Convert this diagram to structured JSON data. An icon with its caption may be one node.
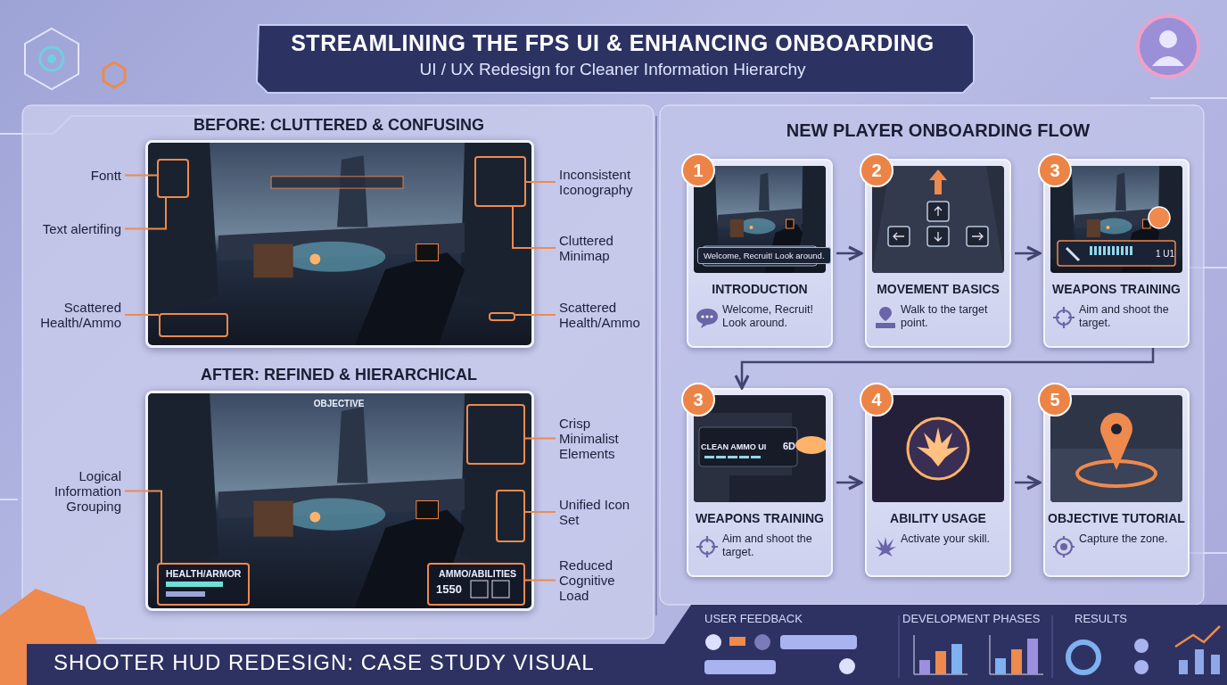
{
  "diagram": {
    "title": "STREAMLINING THE FPS UI & ENHANCING ONBOARDING",
    "caption": "SHOOTER HUD REDESIGN: CASE STUDY VISUAL",
    "nodes": [
      {
        "text": [],
        "shape": "picture"
      },
      {
        "text": [],
        "shape": "box",
        "in": 0
      },
      {
        "text": [],
        "shape": "box",
        "in": 0
      },
      {
        "text": [],
        "shape": "box",
        "in": 0
      },
      {
        "text": [],
        "shape": "box",
        "in": 0
      },
      {
        "text": [],
        "shape": "picture"
      },
      {
        "text": [],
        "shape": "box",
        "in": 5
      },
      {
        "text": [],
        "shape": "box",
        "in": 5
      },
      {
        "text": [
          "HEALTH/ARMOR"
        ],
        "in": 5
      },
      {
        "text": [
          "AMMO/ABILITIES",
          "1550"
        ],
        "in": 5
      },
      {
        "text": [
          "Fontt"
        ]
      },
      {
        "text": [
          "Text alertifing"
        ]
      },
      {
        "text": [
          "Scattered Health/Ammo"
        ]
      },
      {
        "text": [
          "Inconsistent Iconography"
        ]
      },
      {
        "text": [
          "Cluttered Minimap"
        ]
      },
      {
        "text": [
          "Scattered Health/Ammo"
        ]
      },
      {
        "text": [
          "Logical Information Grouping"
        ]
      },
      {
        "text": [
          "Crisp Minimalist Elements"
        ]
      },
      {
        "text": [
          "Unified Icon Set"
        ]
      },
      {
        "text": [
          "Reduced Cognitive Load"
        ]
      },
      {
        "text": [
          "1",
          "INTRODUCTION",
          "Welcome, Recruit! Look around."
        ]
      },
      {
        "text": [
          "2",
          "MOVEMENT BASICS",
          "Walk to the target point."
        ]
      },
      {
        "text": [
          "3",
          "WEAPONS TRAINING",
          "Aim and shoot the target."
        ]
      },
      {
        "text": [
          "3",
          "WEAPONS TRAINING",
          "Aim and shoot the target."
        ]
      },
      {
        "text": [
          "4",
          "ABILITY USAGE",
          "Activate your skill."
        ]
      },
      {
        "text": [
          "5",
          "OBJECTIVE TUTORIAL",
          "Capture the zone."
        ]
      }
    ],
    "edges": [
      {
        "from": 10,
        "to": 1,
        "arrow": "none"
      },
      {
        "from": 11,
        "to": 1,
        "arrow": "none"
      },
      {
        "from": 12,
        "to": 2,
        "arrow": "none"
      },
      {
        "from": 13,
        "to": 3,
        "arrow": "none"
      },
      {
        "from": 14,
        "to": 3,
        "arrow": "none"
      },
      {
        "from": 15,
        "to": 4,
        "arrow": "none"
      },
      {
        "from": 16,
        "to": 8,
        "arrow": "none"
      },
      {
        "from": 17,
        "to": 6,
        "arrow": "none"
      },
      {
        "from": 18,
        "to": 7,
        "arrow": "none"
      },
      {
        "from": 19,
        "to": 9,
        "arrow": "none"
      },
      {
        "from": 20,
        "to": 21,
        "arrow": "to",
        "color": "#3f4470"
      },
      {
        "from": 21,
        "to": 22,
        "arrow": "to",
        "color": "#3f4470"
      },
      {
        "from": 22,
        "to": 23,
        "arrow": "to",
        "color": "#3f4470"
      },
      {
        "from": 23,
        "to": 24,
        "arrow": "to",
        "color": "#3f4470"
      },
      {
        "from": 24,
        "to": 25,
        "arrow": "to",
        "color": "#3f4470"
      }
    ],
    "labels": [
      "UI / UX Redesign for Cleaner Information Hierarchy",
      "BEFORE: CLUTTERED & CONFUSING",
      "AFTER: REFINED & HIERARCHICAL",
      "NEW PLAYER ONBOARDING FLOW",
      "OBJECTIVE",
      "Welcome, Recruit! Look around.",
      "1 U1",
      "CLEAN AMMO UI",
      "6D",
      "USER FEEDBACK",
      "DEVELOPMENT PHASES",
      "RESULTS"
    ]
  }
}
